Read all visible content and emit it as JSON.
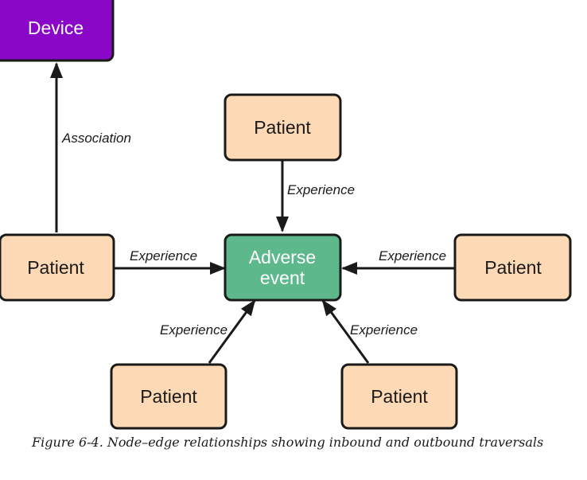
{
  "colors": {
    "device_fill": "#8a07c8",
    "patient_fill": "#fdd9b5",
    "event_fill": "#5db98c",
    "stroke": "#1a1a1a"
  },
  "nodes": {
    "device": {
      "label": "Device"
    },
    "patient_top": {
      "label": "Patient"
    },
    "patient_left": {
      "label": "Patient"
    },
    "patient_right": {
      "label": "Patient"
    },
    "patient_bottom_left": {
      "label": "Patient"
    },
    "patient_bottom_right": {
      "label": "Patient"
    },
    "adverse_event": {
      "label_line1": "Adverse",
      "label_line2": "event"
    }
  },
  "edges": {
    "association": {
      "label": "Association"
    },
    "experience_top": {
      "label": "Experience"
    },
    "experience_left": {
      "label": "Experience"
    },
    "experience_right": {
      "label": "Experience"
    },
    "experience_bottom_left": {
      "label": "Experience"
    },
    "experience_bottom_right": {
      "label": "Experience"
    }
  },
  "caption": "Figure 6-4. Node–edge relationships showing inbound and outbound traversals"
}
